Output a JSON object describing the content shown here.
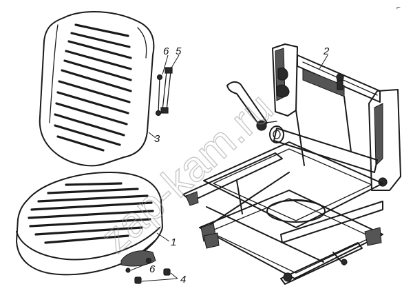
{
  "watermark": "zap-kam.ru",
  "callouts": {
    "cushion": "1",
    "frame": "2",
    "backrest": "3",
    "nut": "4",
    "bolt": "5",
    "washer_upper": "6",
    "washer_lower": "6"
  },
  "marks": {
    "corner": "⌐"
  },
  "colors": {
    "ink": "#1a1a1a",
    "background": "#ffffff",
    "watermark": "#9a9a9a"
  }
}
